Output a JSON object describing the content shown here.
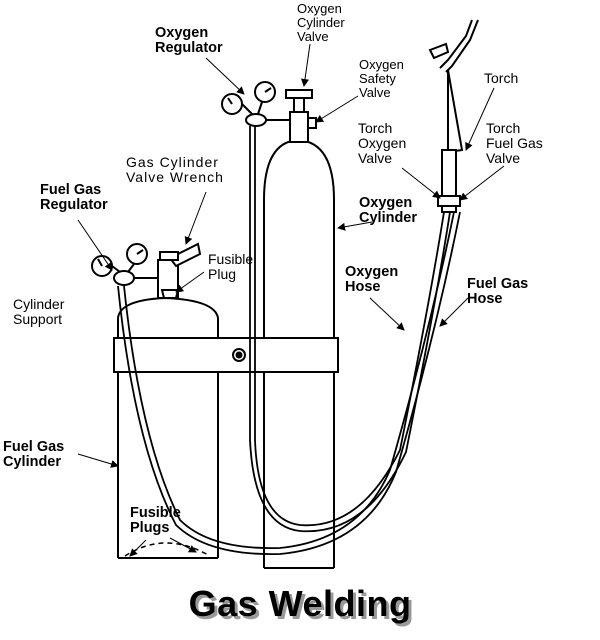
{
  "title": "Gas Welding",
  "labels": {
    "oxygen_regulator": "Oxygen\nRegulator",
    "oxygen_cylinder_valve": "Oxygen\nCylinder\nValve",
    "oxygen_safety_valve": "Oxygen\nSafety\nValve",
    "torch": "Torch",
    "torch_oxygen_valve": "Torch\nOxygen\nValve",
    "torch_fuel_gas_valve": "Torch\nFuel Gas\nValve",
    "gas_cylinder_valve_wrench": "Gas Cylinder\nValve Wrench",
    "fuel_gas_regulator": "Fuel Gas\nRegulator",
    "fusible_plug": "Fusible\nPlug",
    "oxygen_cylinder": "Oxygen\nCylinder",
    "oxygen_hose": "Oxygen\nHose",
    "fuel_gas_hose": "Fuel Gas\nHose",
    "cylinder_support": "Cylinder\nSupport",
    "fuel_gas_cylinder": "Fuel Gas\nCylinder",
    "fusible_plugs": "Fusible\nPlugs"
  }
}
